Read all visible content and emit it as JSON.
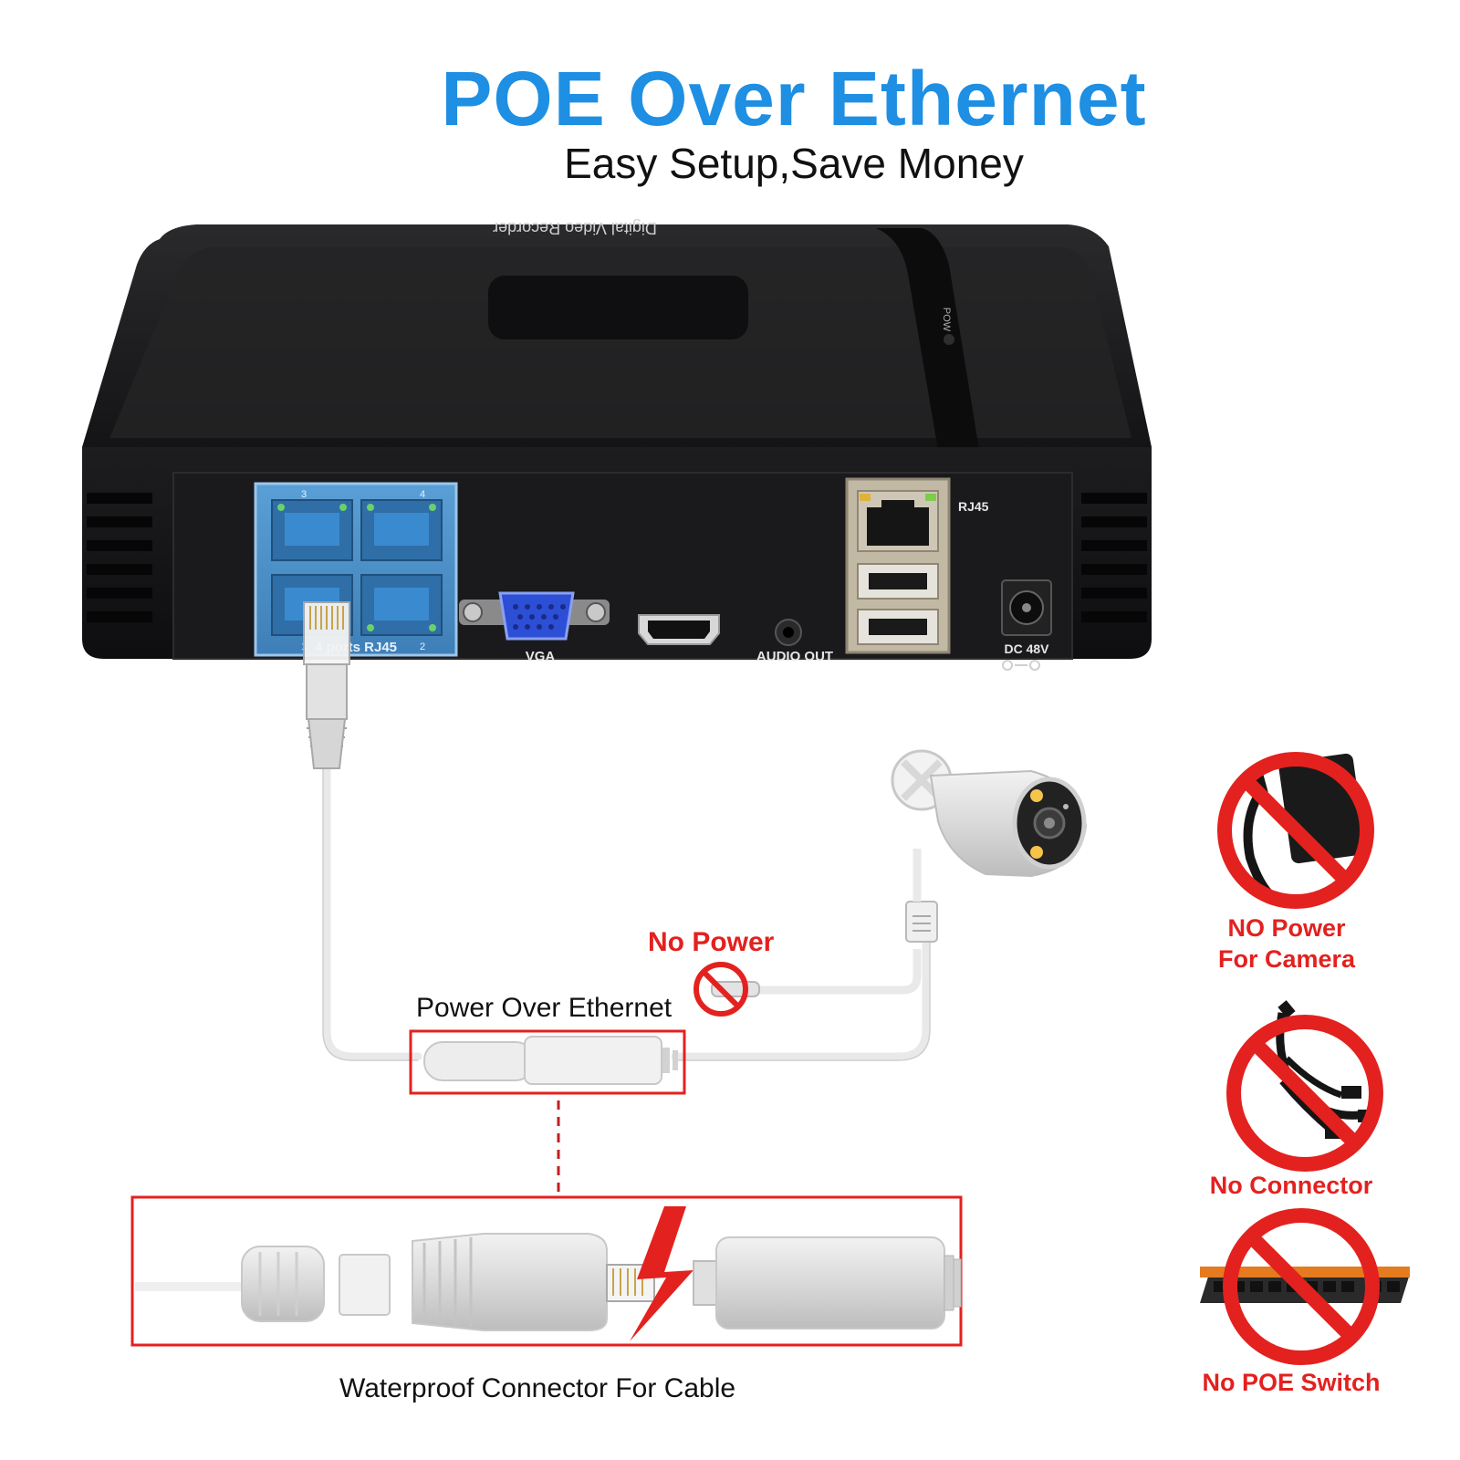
{
  "header": {
    "title": "POE Over Ethernet",
    "subtitle": "Easy Setup,Save Money"
  },
  "device": {
    "top_label": "Digital Video Recorder",
    "power_label": "POW",
    "ports": {
      "poe_block": "4 ports RJ45",
      "poe_numbers": [
        "3",
        "4",
        "1",
        "2"
      ],
      "vga": "VGA",
      "audio": "AUDIO OUT",
      "rj45": "RJ45",
      "dc": "DC 48V"
    }
  },
  "labels": {
    "no_power": "No Power",
    "power_over_ethernet": "Power Over Ethernet",
    "waterproof": "Waterproof Connector For Cable"
  },
  "side_panel": {
    "items": [
      {
        "line1": "NO Power",
        "line2": "For Camera",
        "icon": "power-adapter-icon"
      },
      {
        "line1": "No Connector",
        "icon": "splitter-cable-icon"
      },
      {
        "line1": "No POE Switch",
        "icon": "poe-switch-icon"
      }
    ]
  },
  "colors": {
    "title_blue": "#1e8fe3",
    "warning_red": "#e3211f",
    "device_black": "#1c1c1e",
    "poe_port_blue": "#4a8fc8"
  }
}
